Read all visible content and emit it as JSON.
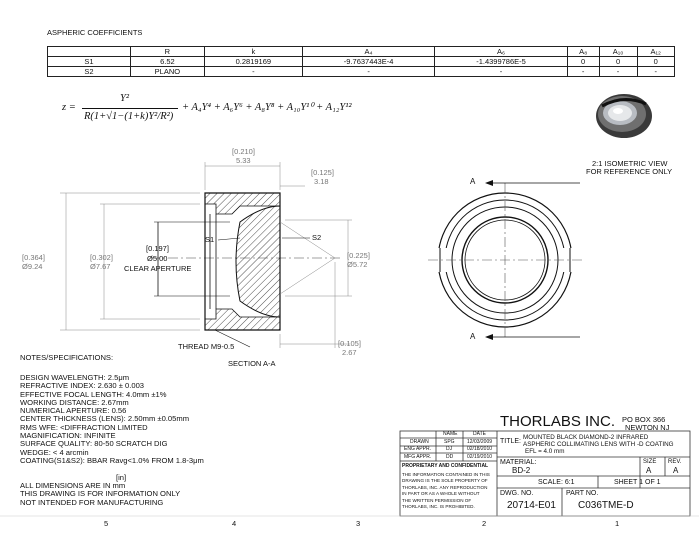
{
  "coef_title": "ASPHERIC COEFFICIENTS",
  "coef_header": [
    "",
    "R",
    "k",
    "A₄",
    "A₆",
    "A₈",
    "A₁₀",
    "A₁₂"
  ],
  "coef_rows": [
    [
      "S1",
      "6.52",
      "0.2819169",
      "-9.7637443E-4",
      "-1.4399786E-5",
      "0",
      "0",
      "0"
    ],
    [
      "S2",
      "PLANO",
      "-",
      "-",
      "-",
      "-",
      "-",
      "-"
    ]
  ],
  "equation": {
    "lhs": "z =",
    "numerator": "Y²",
    "denominator": "R(1+√1−(1+k)Y²/R²)",
    "tail": "+ A₄Y⁴ + A₆Y⁶ + A₈Y⁸ + A₁₀Y¹⁰ + A₁₂Y¹²"
  },
  "iso_view": {
    "line1": "2:1 ISOMETRIC VIEW",
    "line2": "FOR REFERENCE ONLY"
  },
  "section": {
    "dim_top_in": "[0.210]",
    "dim_top_mm": "5.33",
    "dim_top2_in": "[0.125]",
    "dim_top2_mm": "3.18",
    "dim_left_in": "[0.364]",
    "dim_left_mm": "Ø9.24",
    "dim_left2_in": "[0.302]",
    "dim_left2_mm": "Ø7.67",
    "ca_in": "[0.197]",
    "ca_mm": "Ø5.00",
    "ca_label": "CLEAR APERTURE",
    "dim_right_in": "[0.225]",
    "dim_right_mm": "Ø5.72",
    "dim_bot_in": "[0.105]",
    "dim_bot_mm": "2.67",
    "s1": "S1",
    "s2": "S2",
    "thread": "THREAD M9-0.5",
    "label": "SECTION A-A"
  },
  "front": {
    "a_top": "A",
    "a_bot": "A"
  },
  "notes": {
    "title": "NOTES/SPECIFICATIONS:",
    "lines": [
      "DESIGN WAVELENGTH: 2.5μm",
      "REFRACTIVE INDEX: 2.630 ± 0.003",
      "EFFECTIVE FOCAL LENGTH: 4.0mm ±1%",
      "WORKING DISTANCE: 2.67mm",
      "NUMERICAL APERTURE: 0.56",
      "CENTER THICKNESS (LENS): 2.50mm ±0.05mm",
      "RMS WFE: <DIFFRACTION LIMITED",
      "MAGNIFICATION: INFINITE",
      "SURFACE QUALITY: 80-50 SCRATCH DIG",
      "WEDGE: < 4 arcmin",
      "COATING(S1&S2): BBAR Ravg<1.0% FROM 1.8-3μm"
    ],
    "unit": "[in]",
    "footer": [
      "ALL DIMENSIONS ARE IN mm",
      "THIS DRAWING IS FOR INFORMATION ONLY",
      "NOT INTENDED FOR MANUFACTURING"
    ]
  },
  "title_block": {
    "company": "THORLABS INC.",
    "address1": "PO BOX 366",
    "address2": "NEWTON NJ",
    "hdr_name": "NAME",
    "hdr_date": "DATE",
    "rows": [
      {
        "role": "DRAWN",
        "name": "SPG",
        "date": "12/03/2009"
      },
      {
        "role": "ENG APPR.",
        "name": "DJ",
        "date": "02/18/2010"
      },
      {
        "role": "MFG APPR.",
        "name": "DD",
        "date": "02/19/2010"
      }
    ],
    "prop_title": "PROPRIETARY AND CONFIDENTIAL",
    "prop_lines": [
      "THE INFORMATION CONTAINED IN THIS",
      "DRAWING IS THE SOLE PROPERTY OF",
      "THORLABS, INC. ANY REPRODUCTION",
      "IN PART OR AS A WHOLE WITHOUT",
      "THE WRITTEN PERMISSION OF",
      "THORLABS, INC. IS PROHIBITED."
    ],
    "title_label": "TITLE:",
    "title_lines": [
      "MOUNTED BLACK DIAMOND-2 INFRARED",
      "ASPHERIC COLLIMATING LENS WITH -D COATING",
      "EFL = 4.0 mm"
    ],
    "material_label": "MATERIAL:",
    "material": "BD-2",
    "size_label": "SIZE",
    "size": "A",
    "rev_label": "REV.",
    "rev": "A",
    "scale": "SCALE: 6:1",
    "sheet": "SHEET 1 OF 1",
    "dwg_label": "DWG. NO.",
    "dwg": "20714-E01",
    "part_label": "PART NO.",
    "part": "C036TME-D"
  },
  "zones": [
    "5",
    "4",
    "3",
    "2",
    "1"
  ]
}
